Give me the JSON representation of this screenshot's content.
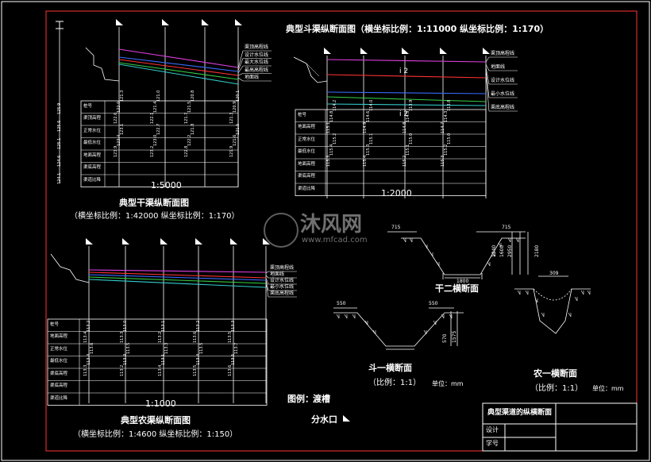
{
  "sections": {
    "main_canal": {
      "title": "典型干渠纵断面图",
      "subtitle": "（横坐标比例：1:42000 纵坐标比例：1:170）",
      "scale": "1:5000",
      "legend": [
        "渠顶高程线",
        "设计水位线",
        "最大水位线",
        "最高高程线",
        "地面线"
      ],
      "rows": [
        "桩号",
        "渠顶高程",
        "正常水位",
        "最低水位",
        "地面高程",
        "渠底高程",
        "渠道比降"
      ],
      "top_axis": [
        "124.1",
        "124.6",
        "125.1",
        "125.6",
        "125.9"
      ],
      "columns": [
        [
          "123.9",
          "123.4",
          "123.1",
          "122.6",
          "122.0",
          "121.3"
        ],
        [
          "123.2",
          "123.0",
          "122.7",
          "122.1",
          "121.4",
          "121.0"
        ],
        [
          "122.8",
          "122.2",
          "121.8",
          "121.7",
          "121.5",
          "120.8"
        ],
        [
          "121.9",
          "121.6",
          "121.5",
          "121.3",
          "120.9",
          "120.1"
        ]
      ]
    },
    "branch_canal": {
      "title": "典型斗渠纵断面图（横坐标比例：1:11000 纵坐标比例：1:170）",
      "scale": "1:2000",
      "legend": [
        "渠顶高程线",
        "地面线",
        "设计水位线",
        "最小水位线",
        "渠底高程线"
      ],
      "rows": [
        "桩号",
        "地面高程",
        "正常水位",
        "最低水位",
        "地面高程",
        "渠底高程",
        "渠道比降"
      ],
      "marker": "i 2",
      "columns": [
        [
          "115.3",
          "115.4",
          "115.2",
          "115.1",
          "114.8",
          "114.2"
        ],
        [
          "115.4",
          "115.3",
          "115.1",
          "114.9",
          "114.6",
          "114.0"
        ],
        [
          "115.2",
          "115.1",
          "115.0",
          "114.8",
          "114.5",
          "113.9"
        ],
        [
          "115.3",
          "115.2",
          "115.0",
          "114.7",
          "114.3",
          "113.8"
        ]
      ]
    },
    "farm_canal": {
      "title": "典型农渠纵断面图",
      "subtitle": "（横坐标比例：1:4600 纵坐标比例：1:150）",
      "scale": "1:1000",
      "legend": [
        "渠顶高程线",
        "地面线",
        "设计水位线",
        "最小水位线",
        "渠底高程线"
      ],
      "rows": [
        "桩号",
        "地面高程",
        "正常水位",
        "最低水位",
        "渠底高程",
        "渠底高程",
        "渠道比降"
      ],
      "columns": [
        [
          "113.3",
          "113.4",
          "113.6",
          "113.4",
          "113.2"
        ],
        [
          "113.2",
          "113.3",
          "113.5",
          "113.3",
          "113.0"
        ],
        [
          "113.4",
          "113.1",
          "113.3",
          "113.2",
          "113.1"
        ],
        [
          "113.5",
          "113.4",
          "113.5",
          "113.6",
          "113.2"
        ],
        [
          "113.6",
          "113.5",
          "113.7",
          "113.5",
          "113.3"
        ]
      ]
    }
  },
  "cross_sections": {
    "main": {
      "title": "干二横断面",
      "dims": [
        "715",
        "715",
        "1800",
        "1340",
        "1600",
        "2950",
        "2180"
      ]
    },
    "branch": {
      "title": "斗一横断面",
      "scale": "（比例：1:1）",
      "unit": "单位：mm",
      "dims": [
        "550",
        "550",
        "570",
        "1575"
      ]
    },
    "farm": {
      "title": "农一横断面",
      "scale": "（比例：1:1）",
      "unit": "单位：mm",
      "dims": [
        "309"
      ]
    }
  },
  "legend": {
    "label": "图例：",
    "aqueduct": "渡槽",
    "outlet": "分水口"
  },
  "watermark": {
    "brand": "沐风网",
    "url": "www.mfcad.com"
  },
  "title_block": {
    "drawing_title": "典型渠道的纵横断面",
    "design": "设计",
    "student_id": "学号"
  },
  "colors": {
    "background": "#000000",
    "line": "#ffffff",
    "magenta": "#e040e0",
    "blue": "#3a6cff",
    "green": "#33cc44",
    "red": "#ff3333",
    "cyan": "#33cccc"
  }
}
